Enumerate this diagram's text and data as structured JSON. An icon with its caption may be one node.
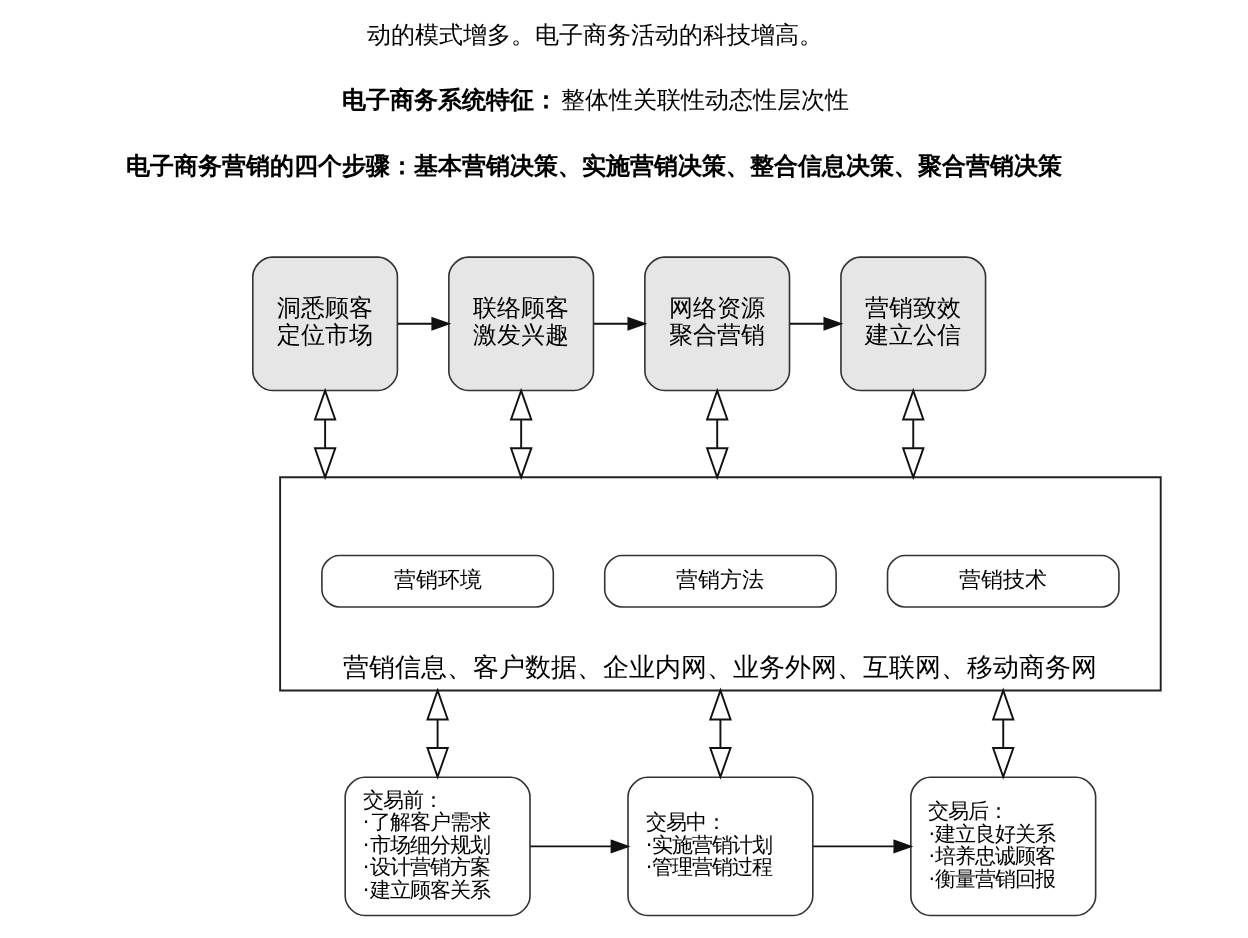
{
  "diagram": {
    "nodes": [
      {
        "text": [
          "洞悉顾客定位市场"
        ]
      },
      {
        "text": [
          "联络顾客激发兴趣"
        ]
      },
      {
        "text": [
          "网络资源聚合营销"
        ]
      },
      {
        "text": [
          "营销致效建立公信"
        ]
      },
      {
        "text": [
          "营销信息、客户数据、企业内网、业务外网、互联网、移动商务网"
        ]
      },
      {
        "text": [
          "营销环境"
        ],
        "in": 4
      },
      {
        "text": [
          "营销方法"
        ],
        "in": 4
      },
      {
        "text": [
          "营销技术"
        ],
        "in": 4
      },
      {
        "text": [
          "交易前：",
          "·了解客户需求",
          "·市场细分规划",
          "·设计营销方案",
          "·建立顾客关系"
        ]
      },
      {
        "text": [
          "交易中：",
          "·实施营销计划",
          "·管理营销过程"
        ]
      },
      {
        "text": [
          "交易后：",
          "·建立良好关系",
          "·培养忠诚顾客",
          "·衡量营销回报"
        ]
      }
    ],
    "edges": [
      {
        "from": 0,
        "to": 1,
        "arrow": "to"
      },
      {
        "from": 1,
        "to": 2,
        "arrow": "to"
      },
      {
        "from": 2,
        "to": 3,
        "arrow": "to"
      },
      {
        "from": 0,
        "to": 4,
        "arrow": "both"
      },
      {
        "from": 1,
        "to": 4,
        "arrow": "both"
      },
      {
        "from": 2,
        "to": 4,
        "arrow": "both"
      },
      {
        "from": 3,
        "to": 4,
        "arrow": "both"
      },
      {
        "from": 4,
        "to": 8,
        "arrow": "both"
      },
      {
        "from": 4,
        "to": 9,
        "arrow": "both"
      },
      {
        "from": 4,
        "to": 10,
        "arrow": "both"
      },
      {
        "from": 8,
        "to": 9,
        "arrow": "to"
      },
      {
        "from": 9,
        "to": 10,
        "arrow": "to"
      }
    ],
    "labels": [
      "动的模式增多。电子商务活动的科技增高。",
      "**电子商务系统特征：**整体性关联性动态性层次性",
      "电子商务营销的四个步骤：基本营销决策、实施营销决策、整合信息决策、聚合营销决策"
    ]
  }
}
